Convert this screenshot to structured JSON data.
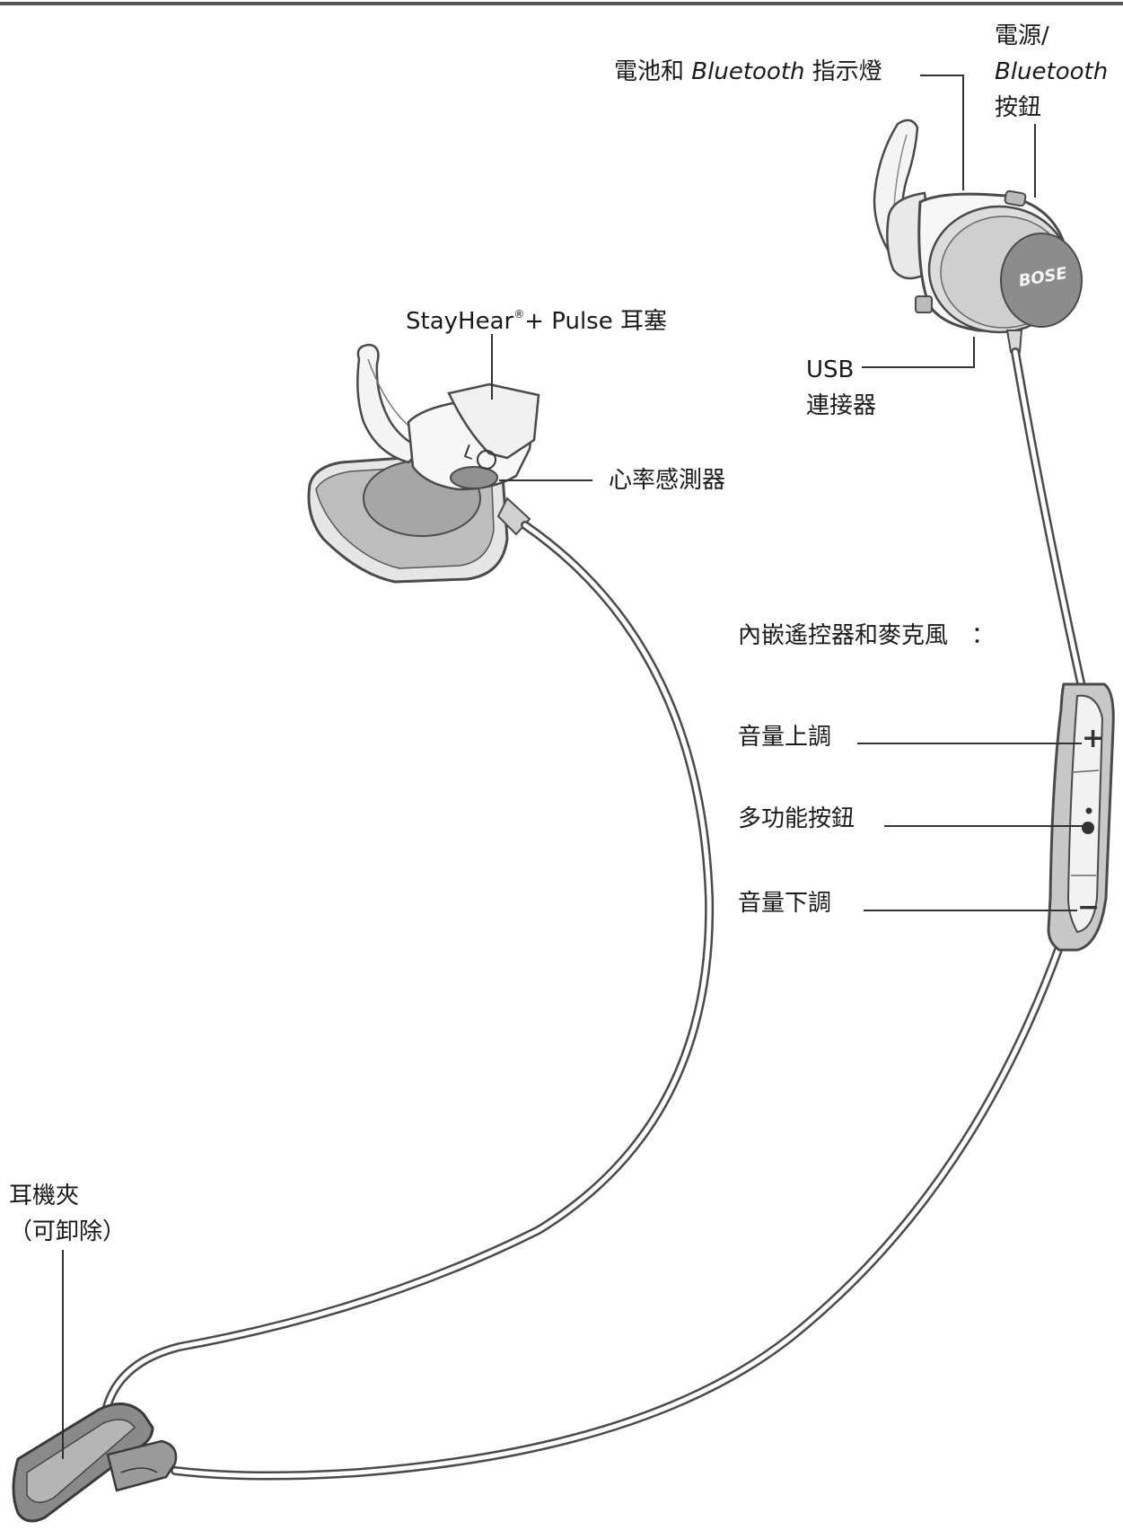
{
  "labels": {
    "power_bt_line1": "電源/",
    "power_bt_line2": "Bluetooth",
    "power_bt_line3": "按鈕",
    "battery_prefix": "電池和",
    "battery_bt": "Bluetooth",
    "battery_suffix": "指示燈",
    "stayhear_main": "StayHear",
    "stayhear_reg": "®",
    "stayhear_rest": "+ Pulse 耳塞",
    "usb_line1": "USB",
    "usb_line2": "連接器",
    "heart_sensor": "心率感測器",
    "remote_mic": "內嵌遙控器和麥克風　：",
    "volume_up": "音量上調",
    "multifunction": "多功能按鈕",
    "volume_down": "音量下調",
    "clip_line1": "耳機夾",
    "clip_line2": "（可卸除）"
  },
  "device_marks": {
    "logo": "BOSE",
    "remote_plus": "+",
    "remote_minus": "−",
    "earbud_letter": "L"
  },
  "colors": {
    "outline": "#4a4a4a",
    "body_light": "#f2f2f2",
    "body_mid": "#d6d6d6",
    "body_dark": "#a8a8a8",
    "logo_disc": "#8c8c8c"
  }
}
